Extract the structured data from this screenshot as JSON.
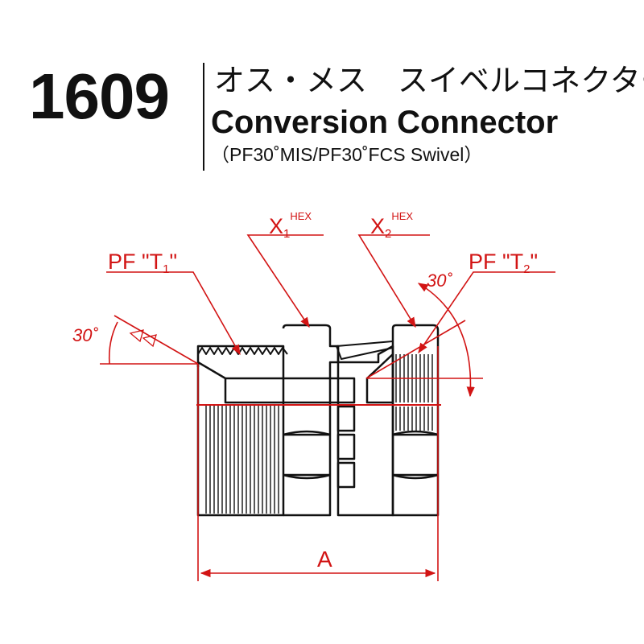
{
  "header": {
    "part_number": "1609",
    "title_jp": "オス・メス　スイベルコネクター",
    "title_en": "Conversion Connector",
    "subtitle": "（PF30˚MIS/PF30˚FCS Swivel）"
  },
  "drawing": {
    "port1_label": "PF \"T",
    "port1_sub": "1",
    "port2_label": "PF \"T",
    "port2_sub": "2",
    "hex1_label": "X",
    "hex1_sub": "1",
    "hex1_sup": "HEX",
    "hex2_label": "X",
    "hex2_sub": "2",
    "hex2_sup": "HEX",
    "angle_left": "30˚",
    "angle_right": "30˚",
    "length_label": "A",
    "colors": {
      "annotation": "#d21414",
      "outline": "#111111"
    }
  }
}
